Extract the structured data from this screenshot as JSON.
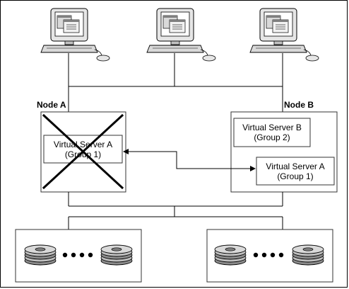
{
  "nodes": {
    "node_a": {
      "title": "Node A"
    },
    "node_b": {
      "title": "Node B"
    }
  },
  "virtual_servers": {
    "vs_a_failed": {
      "name": "Virtual Server A",
      "group": "(Group 1)",
      "status": "failed"
    },
    "vs_b": {
      "name": "Virtual Server B",
      "group": "(Group 2)"
    },
    "vs_a_moved": {
      "name": "Virtual Server A",
      "group": "(Group 1)"
    }
  },
  "colors": {
    "line": "#000000",
    "box_border": "#333333",
    "fail_x": "#000000",
    "disk_fill": "#bfbfbf"
  },
  "icons": {
    "client": "computer-workstation-icon",
    "storage": "disk-stack-icon"
  },
  "counts": {
    "clients": 3,
    "storage_arrays": 2
  }
}
